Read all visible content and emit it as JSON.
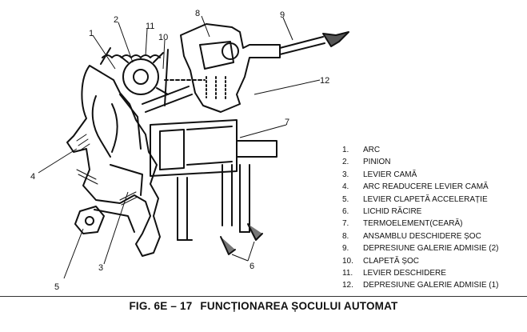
{
  "callouts": [
    "1",
    "2",
    "3",
    "4",
    "5",
    "6",
    "7",
    "8",
    "9",
    "10",
    "11",
    "12"
  ],
  "legend": [
    {
      "num": "1.",
      "text": "ARC"
    },
    {
      "num": "2.",
      "text": "PINION"
    },
    {
      "num": "3.",
      "text": "LEVIER CAMĂ"
    },
    {
      "num": "4.",
      "text": "ARC READUCERE LEVIER CAMĂ"
    },
    {
      "num": "5.",
      "text": "LEVIER CLAPETĂ ACCELERAȚIE"
    },
    {
      "num": "6.",
      "text": "LICHID RĂCIRE"
    },
    {
      "num": "7.",
      "text": "TERMOELEMENT(CEARĂ)"
    },
    {
      "num": "8.",
      "text": "ANSAMBLU DESCHIDERE ȘOC"
    },
    {
      "num": "9.",
      "text": "DEPRESIUNE GALERIE ADMISIE (2)"
    },
    {
      "num": "10.",
      "text": "CLAPETĂ ȘOC"
    },
    {
      "num": "11.",
      "text": "LEVIER DESCHIDERE"
    },
    {
      "num": "12.",
      "text": "DEPRESIUNE GALERIE ADMISIE (1)"
    }
  ],
  "caption": {
    "fig": "FIG. 6E – 17",
    "title": "FUNCȚIONAREA ȘOCULUI AUTOMAT"
  }
}
